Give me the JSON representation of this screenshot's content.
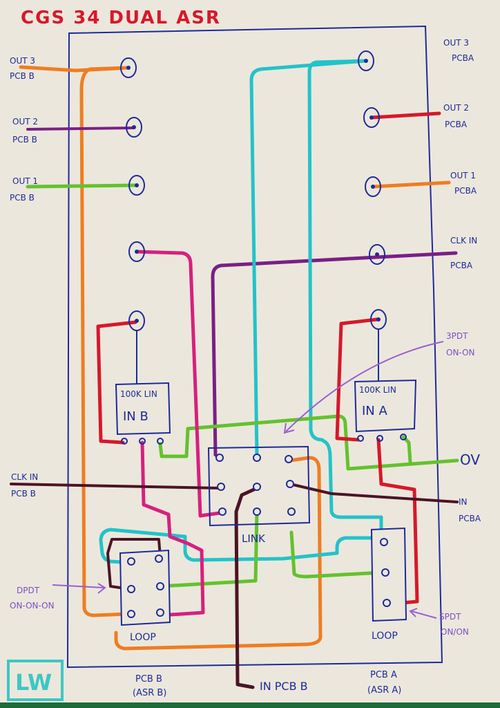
{
  "title": "CGS 34  DUAL ASR",
  "colors": {
    "paper": "#ece7dc",
    "ink_blue": "#1b2a9a",
    "red": "#d7182a",
    "orange": "#ee7d22",
    "purple": "#7a1f86",
    "green": "#63c22e",
    "cyan": "#22c3c9",
    "magenta": "#d6207e",
    "maroon": "#4b1424",
    "lavender": "#9a5fd1",
    "logo_teal": "#3cc7c4"
  },
  "left_labels": {
    "out3_pcbb": [
      "OUT 3",
      "PCB B"
    ],
    "out2_pcbb": [
      "OUT 2",
      "PCB B"
    ],
    "out1_pcbb": [
      "OUT 1",
      "PCB B"
    ],
    "clk_in_pcbb": [
      "CLK IN",
      "PCB B"
    ]
  },
  "right_labels": {
    "out3_pcba": [
      "OUT 3",
      "PCBA"
    ],
    "out2_pcba": [
      "OUT 2",
      "PCBA"
    ],
    "out1_pcba": [
      "OUT 1",
      "PCBA"
    ],
    "clk_in_pcba": [
      "CLK IN",
      "PCBA"
    ],
    "threepdt": [
      "3PDT",
      "ON-ON"
    ],
    "ov": "OV",
    "in_pcba": [
      "IN",
      "PCBA"
    ],
    "spdt": [
      "SPDT",
      "ON/ON"
    ]
  },
  "components": {
    "pot_b": [
      "100K LIN",
      "IN B"
    ],
    "pot_a": [
      "100K LIN",
      "IN A"
    ],
    "link": "LINK",
    "loop_b": "LOOP",
    "loop_a": "LOOP",
    "dpdt": [
      "DPDT",
      "ON-ON-ON"
    ]
  },
  "bottom_labels": {
    "pcbb": [
      "PCB B",
      "(ASR B)"
    ],
    "in_pcbb": "IN PCB B",
    "pcba": [
      "PCB A",
      "(ASR A)"
    ]
  },
  "logo": "LW"
}
